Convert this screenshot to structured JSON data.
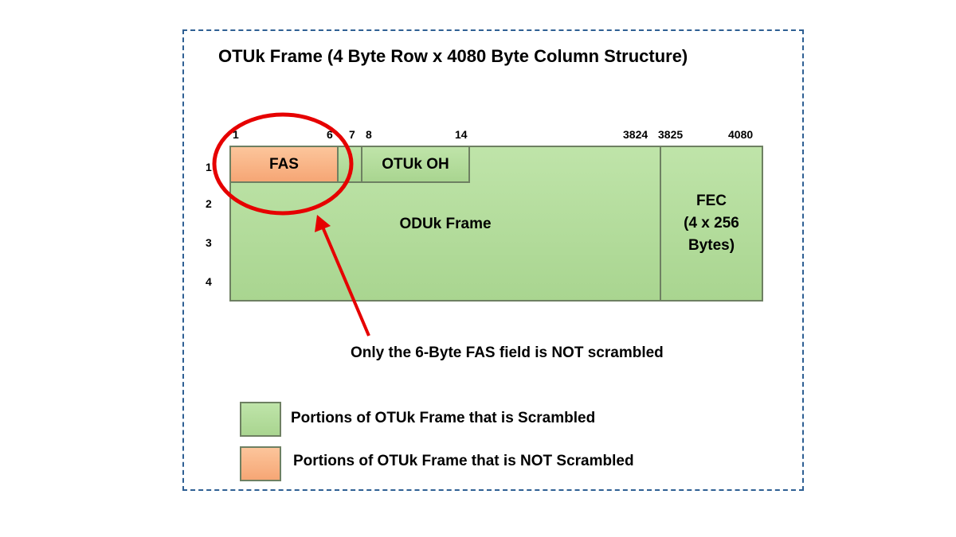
{
  "title": "OTUk Frame  (4 Byte Row x 4080 Byte Column Structure)",
  "columns": [
    "1",
    "6",
    "7",
    "8",
    "14",
    "3824",
    "3825",
    "4080"
  ],
  "rows": [
    "1",
    "2",
    "3",
    "4"
  ],
  "blocks": {
    "fas": "FAS",
    "otuk_oh": "OTUk OH",
    "oduk_frame": "ODUk Frame",
    "fec_line1": "FEC",
    "fec_line2": "(4 x 256",
    "fec_line3": "Bytes)"
  },
  "annotation": "Only the 6-Byte FAS field is NOT scrambled",
  "legend": [
    {
      "label": "Portions of OTUk Frame that is Scrambled",
      "color": "#b5dc9d"
    },
    {
      "label": "Portions of OTUk Frame that is NOT Scrambled",
      "color": "#f9b383"
    }
  ],
  "colors": {
    "border": "#2e5f93",
    "highlight": "#e60000",
    "green": "#b5dc9d",
    "orange": "#f9b383"
  }
}
